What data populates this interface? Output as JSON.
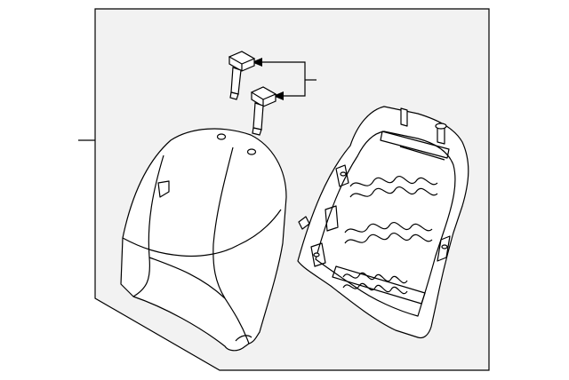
{
  "diagram": {
    "panel_fill": "#f2f2f2",
    "stroke_color": "#000000",
    "background": "#ffffff",
    "parts": [
      {
        "name": "headrest-guide",
        "icon": "guide-bolt-icon",
        "count": 2
      },
      {
        "name": "seat-back-cover",
        "icon": "seat-back-cover-icon",
        "count": 1
      },
      {
        "name": "seat-back-frame",
        "icon": "seat-frame-icon",
        "count": 1
      }
    ],
    "labels": []
  }
}
